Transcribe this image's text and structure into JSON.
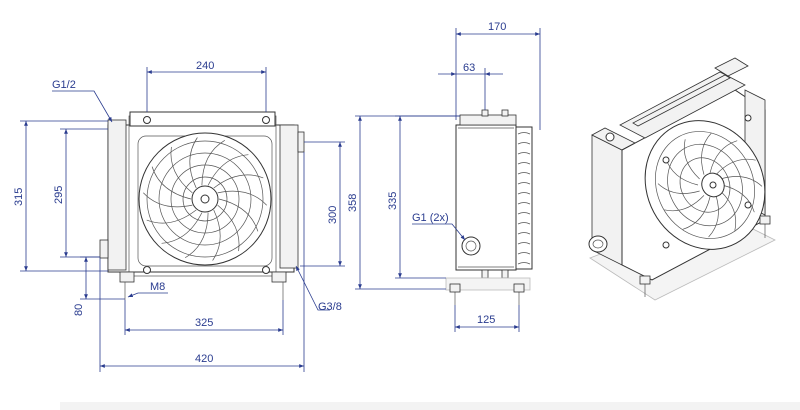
{
  "front_view": {
    "dims": {
      "top_width": "240",
      "port_g12": "G1/2",
      "height_315": "315",
      "height_295": "295",
      "height_300": "300",
      "height_80": "80",
      "bolt_m8": "M8",
      "base_325": "325",
      "port_g38": "G3/8",
      "total_420": "420"
    }
  },
  "side_view": {
    "dims": {
      "depth_170": "170",
      "offset_63": "63",
      "height_358": "358",
      "height_335": "335",
      "port_g1": "G1 (2x)",
      "base_125": "125"
    }
  },
  "colors": {
    "dimension": "#2a3c8f",
    "outline": "#333333"
  }
}
